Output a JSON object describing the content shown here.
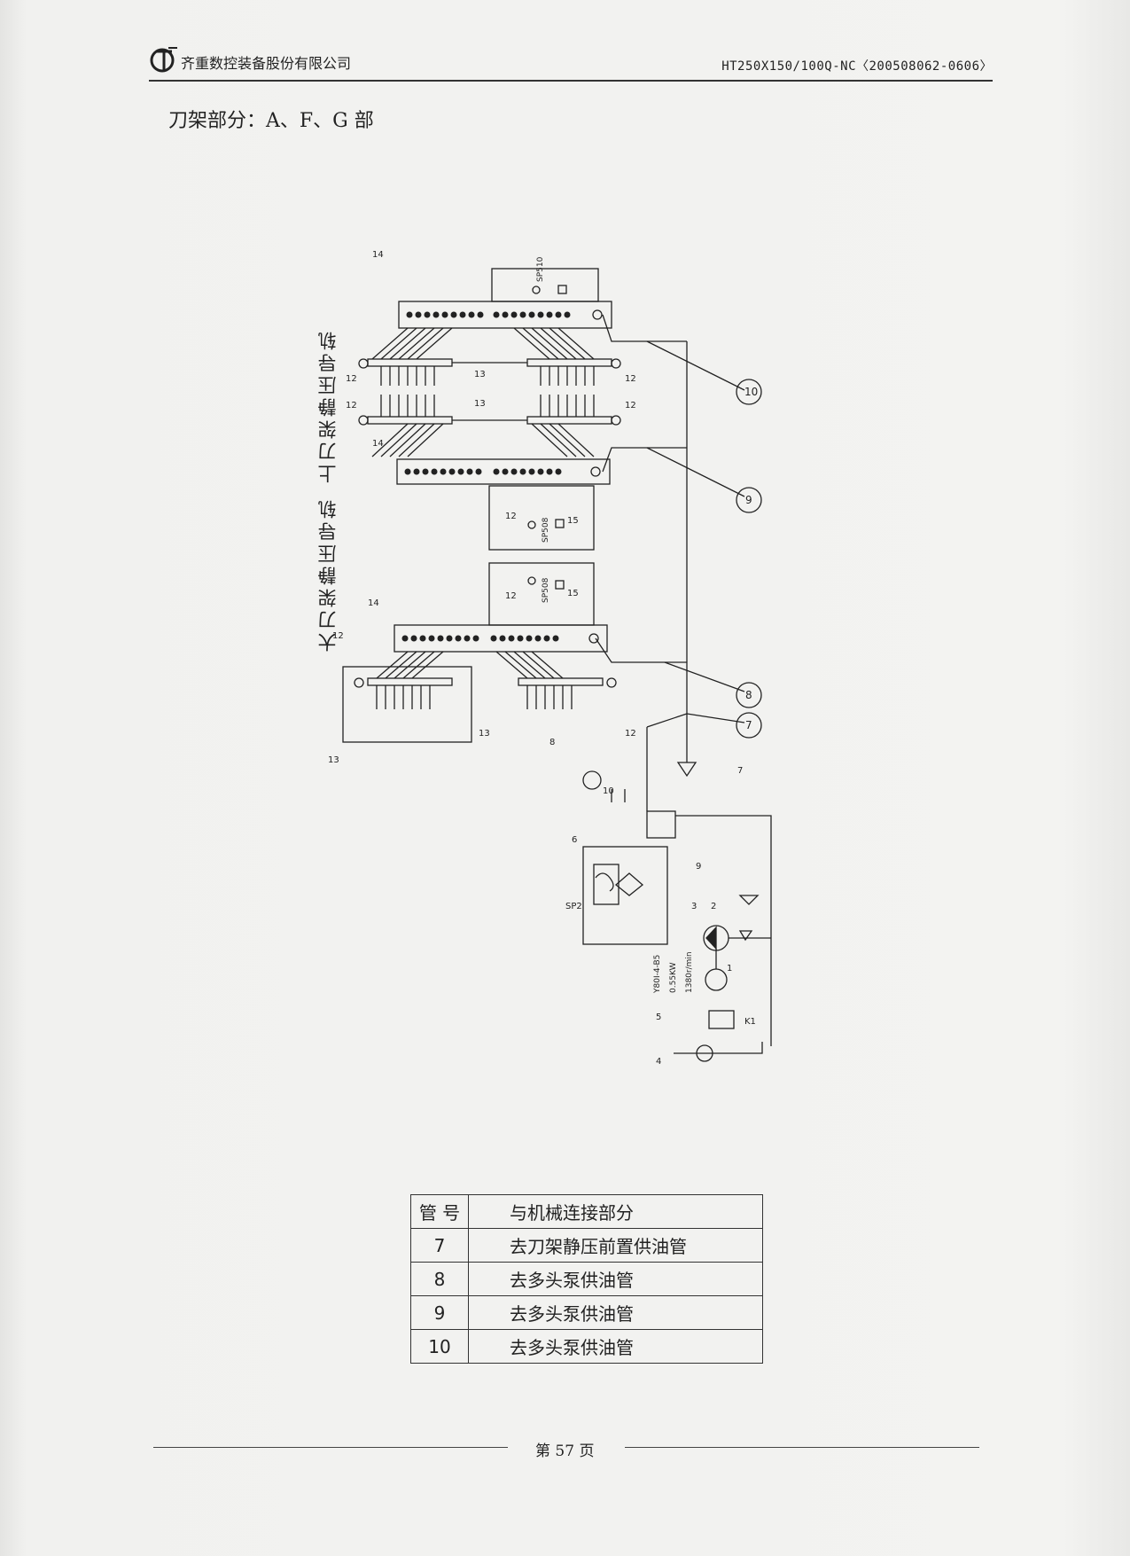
{
  "header": {
    "company": "齐重数控装备股份有限公司",
    "doc_number": "HT250X150/100Q-NC〈200508062-0606〉"
  },
  "section_title": "刀架部分：A、F、G 部",
  "diagram": {
    "upper_rail_label": "上刀架静压导轨",
    "large_rail_label": "大刀架静压导轨",
    "pipe_circles": [
      "10",
      "9",
      "8",
      "7"
    ],
    "callouts": [
      "14",
      "12",
      "13",
      "15",
      "SP510",
      "SP508",
      "SP2",
      "1",
      "2",
      "3",
      "4",
      "5",
      "6",
      "7",
      "8",
      "9",
      "10",
      "K1"
    ],
    "motor_spec": [
      "Y80I-4-B5",
      "0.55KW",
      "1380r/min"
    ]
  },
  "pipe_table": {
    "headers": [
      "管 号",
      "与机械连接部分"
    ],
    "rows": [
      [
        "7",
        "去刀架静压前置供油管"
      ],
      [
        "8",
        "去多头泵供油管"
      ],
      [
        "9",
        "去多头泵供油管"
      ],
      [
        "10",
        "去多头泵供油管"
      ]
    ]
  },
  "footer": {
    "page": "第 57 页"
  }
}
